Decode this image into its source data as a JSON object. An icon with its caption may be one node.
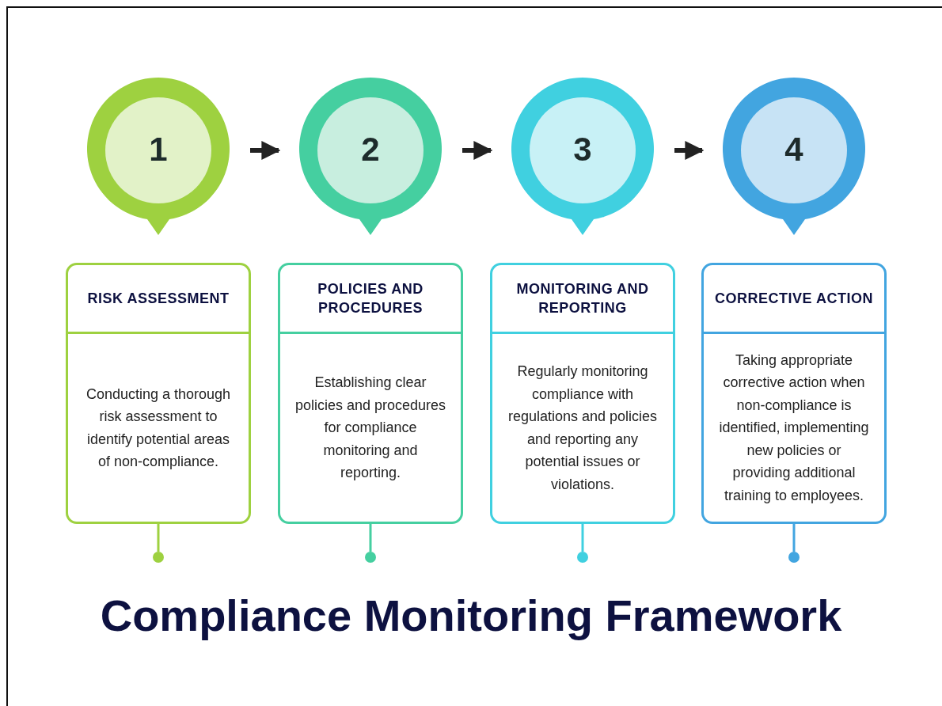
{
  "diagram": {
    "title": "Compliance Monitoring Framework",
    "nodes": [
      {
        "text": [
          "1"
        ]
      },
      {
        "text": [
          "2"
        ]
      },
      {
        "text": [
          "3"
        ]
      },
      {
        "text": [
          "4"
        ]
      },
      {
        "text": [
          "RISK ASSESSMENT",
          "Conducting a thorough risk assessment to identify potential areas of non-compliance."
        ]
      },
      {
        "text": [
          "POLICIES AND PROCEDURES",
          "Establishing clear policies and procedures for compliance monitoring and reporting."
        ]
      },
      {
        "text": [
          "MONITORING AND REPORTING",
          "Regularly monitoring compliance with regulations and policies and reporting any potential issues or violations."
        ]
      },
      {
        "text": [
          "CORRECTIVE ACTION",
          "Taking appropriate corrective action when non-compliance is identified, implementing new policies or providing additional training to employees."
        ]
      },
      {
        "text": [],
        "shape": "circle"
      },
      {
        "text": [],
        "shape": "circle"
      },
      {
        "text": [],
        "shape": "circle"
      },
      {
        "text": [],
        "shape": "circle"
      }
    ],
    "edges": [
      {
        "from": 0,
        "to": 1,
        "arrow": "to",
        "style": "thick"
      },
      {
        "from": 1,
        "to": 2,
        "arrow": "to",
        "style": "thick"
      },
      {
        "from": 2,
        "to": 3,
        "arrow": "to",
        "style": "thick"
      },
      {
        "from": 4,
        "to": 8,
        "arrow": "none",
        "color": "#9ed140"
      },
      {
        "from": 5,
        "to": 9,
        "arrow": "none",
        "color": "#45cfa0"
      },
      {
        "from": 6,
        "to": 10,
        "arrow": "none",
        "color": "#40d0e0"
      },
      {
        "from": 7,
        "to": 11,
        "arrow": "none",
        "color": "#42a5e0"
      }
    ]
  }
}
